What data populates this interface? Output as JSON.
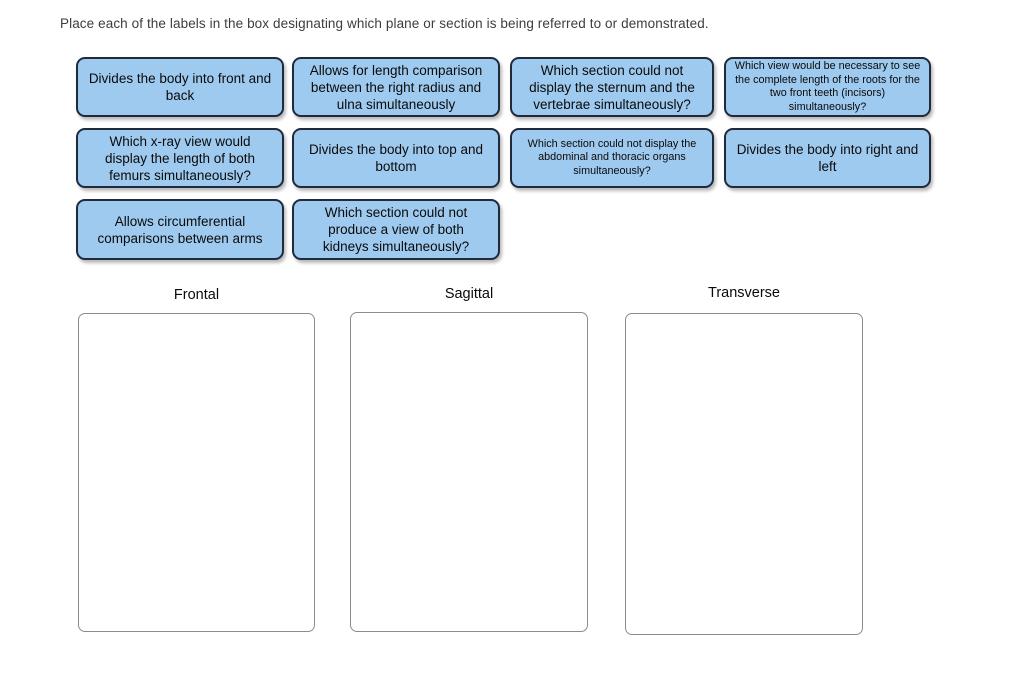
{
  "instruction": "Place each of the labels in the box designating which plane or section is being referred to or demonstrated.",
  "labels": [
    {
      "id": "front-and-back",
      "text": "Divides the body into front and back",
      "size": "normal"
    },
    {
      "id": "radius-ulna",
      "text": "Allows for length comparison between the right radius and ulna simultaneously",
      "size": "normal"
    },
    {
      "id": "sternum-vertebrae",
      "text": "Which section could not display the sternum and the vertebrae simultaneously?",
      "size": "normal"
    },
    {
      "id": "incisors",
      "text": "Which view would be necessary to see the complete length of the roots for the two front teeth (incisors) simultaneously?",
      "size": "small"
    },
    {
      "id": "femurs",
      "text": "Which x-ray view would display the length of both femurs simultaneously?",
      "size": "normal"
    },
    {
      "id": "top-and-bottom",
      "text": "Divides the body into top and bottom",
      "size": "normal"
    },
    {
      "id": "abdominal-thoracic",
      "text": "Which section could not display the abdominal and thoracic organs simultaneously?",
      "size": "small"
    },
    {
      "id": "right-and-left",
      "text": "Divides the body into right and left",
      "size": "normal"
    },
    {
      "id": "arms",
      "text": "Allows circumferential comparisons between arms",
      "size": "normal"
    },
    {
      "id": "kidneys",
      "text": "Which section could not produce a view of both kidneys simultaneously?",
      "size": "normal"
    }
  ],
  "zones": [
    {
      "id": "frontal",
      "title": "Frontal"
    },
    {
      "id": "sagittal",
      "title": "Sagittal"
    },
    {
      "id": "transverse",
      "title": "Transverse"
    }
  ],
  "colors": {
    "label_fill": "#9FCAEF",
    "label_border": "#1F2A3C",
    "zone_border": "#8C8C8C"
  }
}
